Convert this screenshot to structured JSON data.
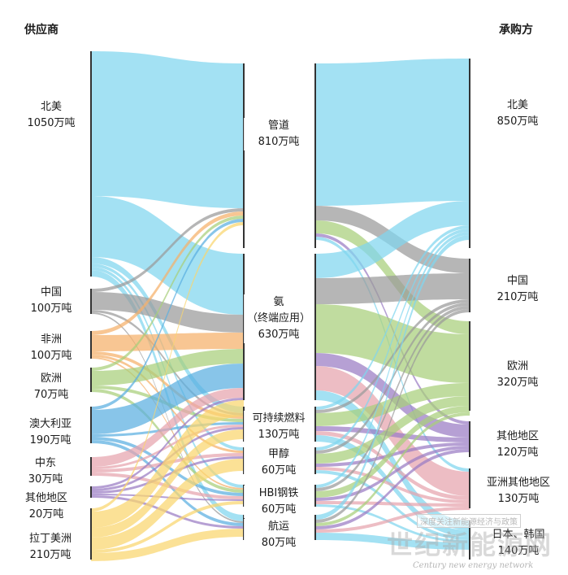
{
  "headers": {
    "left": "供应商",
    "right": "承购方"
  },
  "colors": {
    "北美": "#7fd6ee",
    "中国": "#9a9a9a",
    "非洲": "#f5b06a",
    "欧洲": "#a8cf7a",
    "澳大利亚": "#5aaee0",
    "中东": "#e6a3ad",
    "其他地区": "#9a7cc4",
    "拉丁美洲": "#fad66e"
  },
  "suppliers": [
    {
      "id": "s_na",
      "name": "北美",
      "value": "1050万吨"
    },
    {
      "id": "s_cn",
      "name": "中国",
      "value": "100万吨"
    },
    {
      "id": "s_af",
      "name": "非洲",
      "value": "100万吨"
    },
    {
      "id": "s_eu",
      "name": "欧洲",
      "value": "70万吨"
    },
    {
      "id": "s_au",
      "name": "澳大利亚",
      "value": "190万吨"
    },
    {
      "id": "s_me",
      "name": "中东",
      "value": "30万吨"
    },
    {
      "id": "s_ot",
      "name": "其他地区",
      "value": "20万吨"
    },
    {
      "id": "s_la",
      "name": "拉丁美洲",
      "value": "210万吨"
    }
  ],
  "channels": [
    {
      "id": "m_pipe",
      "name": "管道",
      "value": "810万吨"
    },
    {
      "id": "m_nh3",
      "name": "氨",
      "name2": "（终端应用）",
      "value": "630万吨"
    },
    {
      "id": "m_saf",
      "name": "可持续燃料",
      "value": "130万吨"
    },
    {
      "id": "m_meoh",
      "name": "甲醇",
      "value": "60万吨"
    },
    {
      "id": "m_hbi",
      "name": "HBI钢铁",
      "value": "60万吨"
    },
    {
      "id": "m_ship",
      "name": "航运",
      "value": "80万吨"
    }
  ],
  "offtakers": [
    {
      "id": "o_na",
      "name": "北美",
      "value": "850万吨"
    },
    {
      "id": "o_cn",
      "name": "中国",
      "value": "210万吨"
    },
    {
      "id": "o_eu",
      "name": "欧洲",
      "value": "320万吨"
    },
    {
      "id": "o_ot",
      "name": "其他地区",
      "value": "120万吨"
    },
    {
      "id": "o_as",
      "name": "亚洲其他地区",
      "value": "130万吨"
    },
    {
      "id": "o_jk",
      "name": "日本、韩国",
      "value": "140万吨"
    }
  ],
  "watermark": {
    "line1": "深度关注新能源经济与政策",
    "line2": "世纪新能源网",
    "line3": "Century new energy network"
  }
}
